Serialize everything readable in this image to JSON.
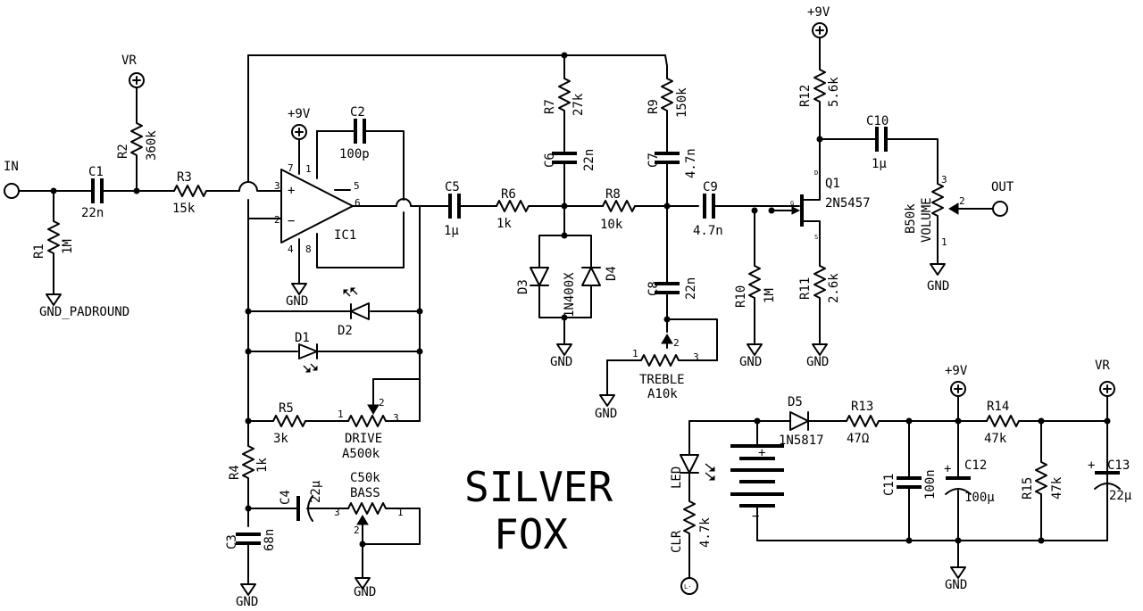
{
  "title": {
    "line1": "SILVER",
    "line2": "FOX"
  },
  "ports": {
    "in": "IN",
    "out": "OUT",
    "lminus": "L-"
  },
  "rails": {
    "vr": "VR",
    "v9": "+9V",
    "gnd": "GND",
    "gnd_padround": "GND_PADROUND"
  },
  "components": {
    "r1": {
      "ref": "R1",
      "value": "1M"
    },
    "r2": {
      "ref": "R2",
      "value": "360k"
    },
    "r3": {
      "ref": "R3",
      "value": "15k"
    },
    "r4": {
      "ref": "R4",
      "value": "1k"
    },
    "r5": {
      "ref": "R5",
      "value": "3k"
    },
    "r6": {
      "ref": "R6",
      "value": "1k"
    },
    "r7": {
      "ref": "R7",
      "value": "27k"
    },
    "r8": {
      "ref": "R8",
      "value": "10k"
    },
    "r9": {
      "ref": "R9",
      "value": "150k"
    },
    "r10": {
      "ref": "R10",
      "value": "1M"
    },
    "r11": {
      "ref": "R11",
      "value": "2.6k"
    },
    "r12": {
      "ref": "R12",
      "value": "5.6k"
    },
    "r13": {
      "ref": "R13",
      "value": "47Ω"
    },
    "r14": {
      "ref": "R14",
      "value": "47k"
    },
    "r15": {
      "ref": "R15",
      "value": "47k"
    },
    "c1": {
      "ref": "C1",
      "value": "22n"
    },
    "c2": {
      "ref": "C2",
      "value": "100p"
    },
    "c3": {
      "ref": "C3",
      "value": "68n"
    },
    "c4": {
      "ref": "C4",
      "value": "22µ"
    },
    "c5": {
      "ref": "C5",
      "value": "1µ"
    },
    "c6": {
      "ref": "C6",
      "value": "22n"
    },
    "c7": {
      "ref": "C7",
      "value": "4.7n"
    },
    "c8": {
      "ref": "C8",
      "value": "22n"
    },
    "c9": {
      "ref": "C9",
      "value": "4.7n"
    },
    "c10": {
      "ref": "C10",
      "value": "1µ"
    },
    "c11": {
      "ref": "C11",
      "value": "100n"
    },
    "c12": {
      "ref": "C12",
      "value": "100µ"
    },
    "c13": {
      "ref": "C13",
      "value": "22µ"
    },
    "d1": {
      "ref": "D1"
    },
    "d2": {
      "ref": "D2"
    },
    "d3": {
      "ref": "D3"
    },
    "d4": {
      "ref": "D4"
    },
    "d34_value": "1N400X",
    "d5": {
      "ref": "D5",
      "value": "1N5817"
    },
    "led": {
      "ref": "LED"
    },
    "clr": {
      "ref": "CLR",
      "value": "4.7k"
    },
    "ic1": {
      "ref": "IC1",
      "pins": {
        "p1": "1",
        "p2": "2",
        "p3": "3",
        "p4": "4",
        "p5": "5",
        "p6": "6",
        "p7": "7",
        "p8": "8"
      },
      "plus": "+",
      "minus": "−"
    },
    "q1": {
      "ref": "Q1",
      "value": "2N5457",
      "d": "D",
      "g": "G",
      "s": "S"
    },
    "drive": {
      "name": "DRIVE",
      "value": "A500k"
    },
    "treble": {
      "name": "TREBLE",
      "value": "A10k"
    },
    "bass": {
      "name": "BASS",
      "value": "C50k"
    },
    "volume": {
      "name": "VOLUME",
      "value": "B50k"
    },
    "battery": {
      "plus": "+",
      "minus": "−"
    }
  },
  "pin": {
    "one": "1",
    "two": "2",
    "three": "3"
  },
  "polarity": {
    "plus": "+"
  }
}
